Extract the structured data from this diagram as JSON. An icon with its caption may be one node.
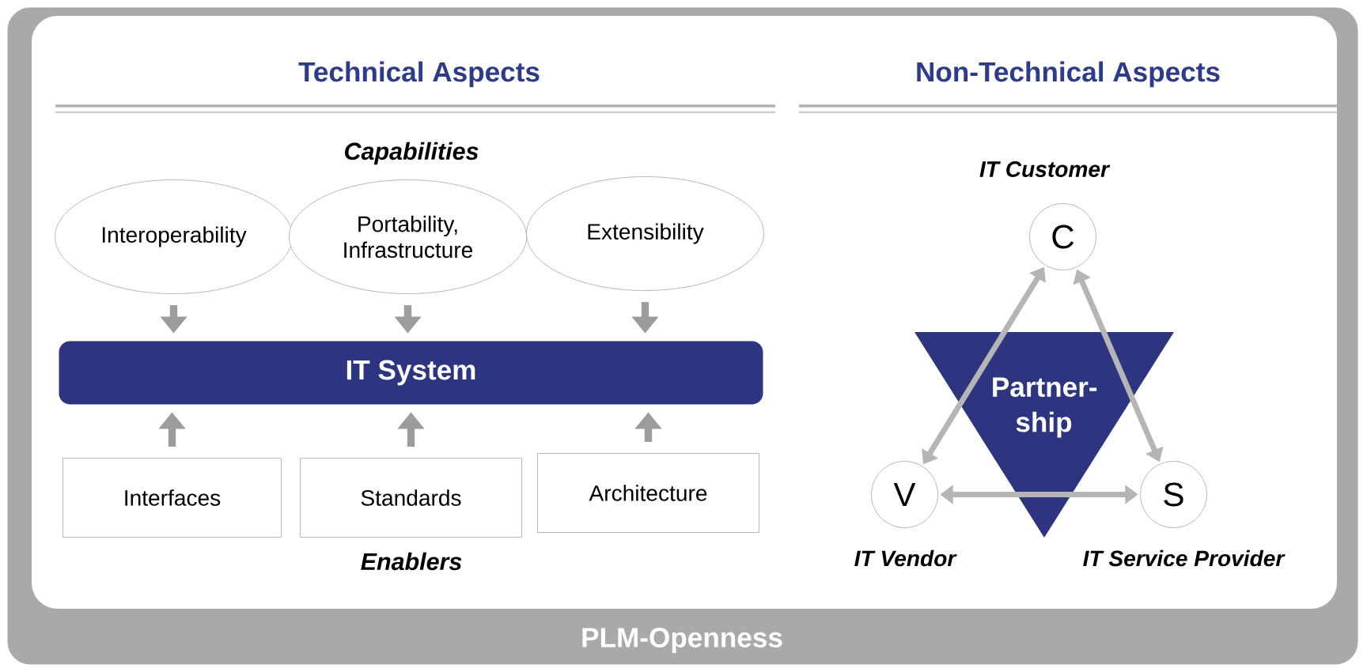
{
  "diagram": {
    "nodes": [
      {
        "text": [
          "PLM-Openness"
        ]
      },
      {
        "text": [
          "Interoperability"
        ],
        "in": 0
      },
      {
        "text": [
          "Portability, Infrastructure"
        ],
        "in": 0
      },
      {
        "text": [
          "Extensibility"
        ],
        "in": 0
      },
      {
        "text": [
          "IT System"
        ],
        "in": 0
      },
      {
        "text": [
          "Interfaces"
        ],
        "in": 0
      },
      {
        "text": [
          "Standards"
        ],
        "in": 0
      },
      {
        "text": [
          "Architecture"
        ],
        "in": 0
      },
      {
        "text": [
          "C"
        ],
        "beside": [
          "IT Customer"
        ],
        "in": 0
      },
      {
        "text": [
          "Partner- ship"
        ],
        "in": 0
      },
      {
        "text": [
          "V"
        ],
        "beside": [
          "IT Vendor"
        ],
        "in": 0
      },
      {
        "text": [
          "S"
        ],
        "beside": [
          "IT Service Provider"
        ],
        "in": 0
      }
    ],
    "edges": [
      {
        "from": 1,
        "to": 4,
        "arrow": "to"
      },
      {
        "from": 2,
        "to": 4,
        "arrow": "to"
      },
      {
        "from": 3,
        "to": 4,
        "arrow": "to"
      },
      {
        "from": 5,
        "to": 4,
        "arrow": "to"
      },
      {
        "from": 6,
        "to": 4,
        "arrow": "to"
      },
      {
        "from": 7,
        "to": 4,
        "arrow": "to"
      },
      {
        "from": 10,
        "to": 8,
        "arrow": "both"
      },
      {
        "from": 8,
        "to": 11,
        "arrow": "both"
      },
      {
        "from": 10,
        "to": 11,
        "arrow": "both"
      }
    ],
    "labels": [
      "Technical Aspects",
      "Non-Technical Aspects",
      "Capabilities",
      "Enablers"
    ]
  }
}
